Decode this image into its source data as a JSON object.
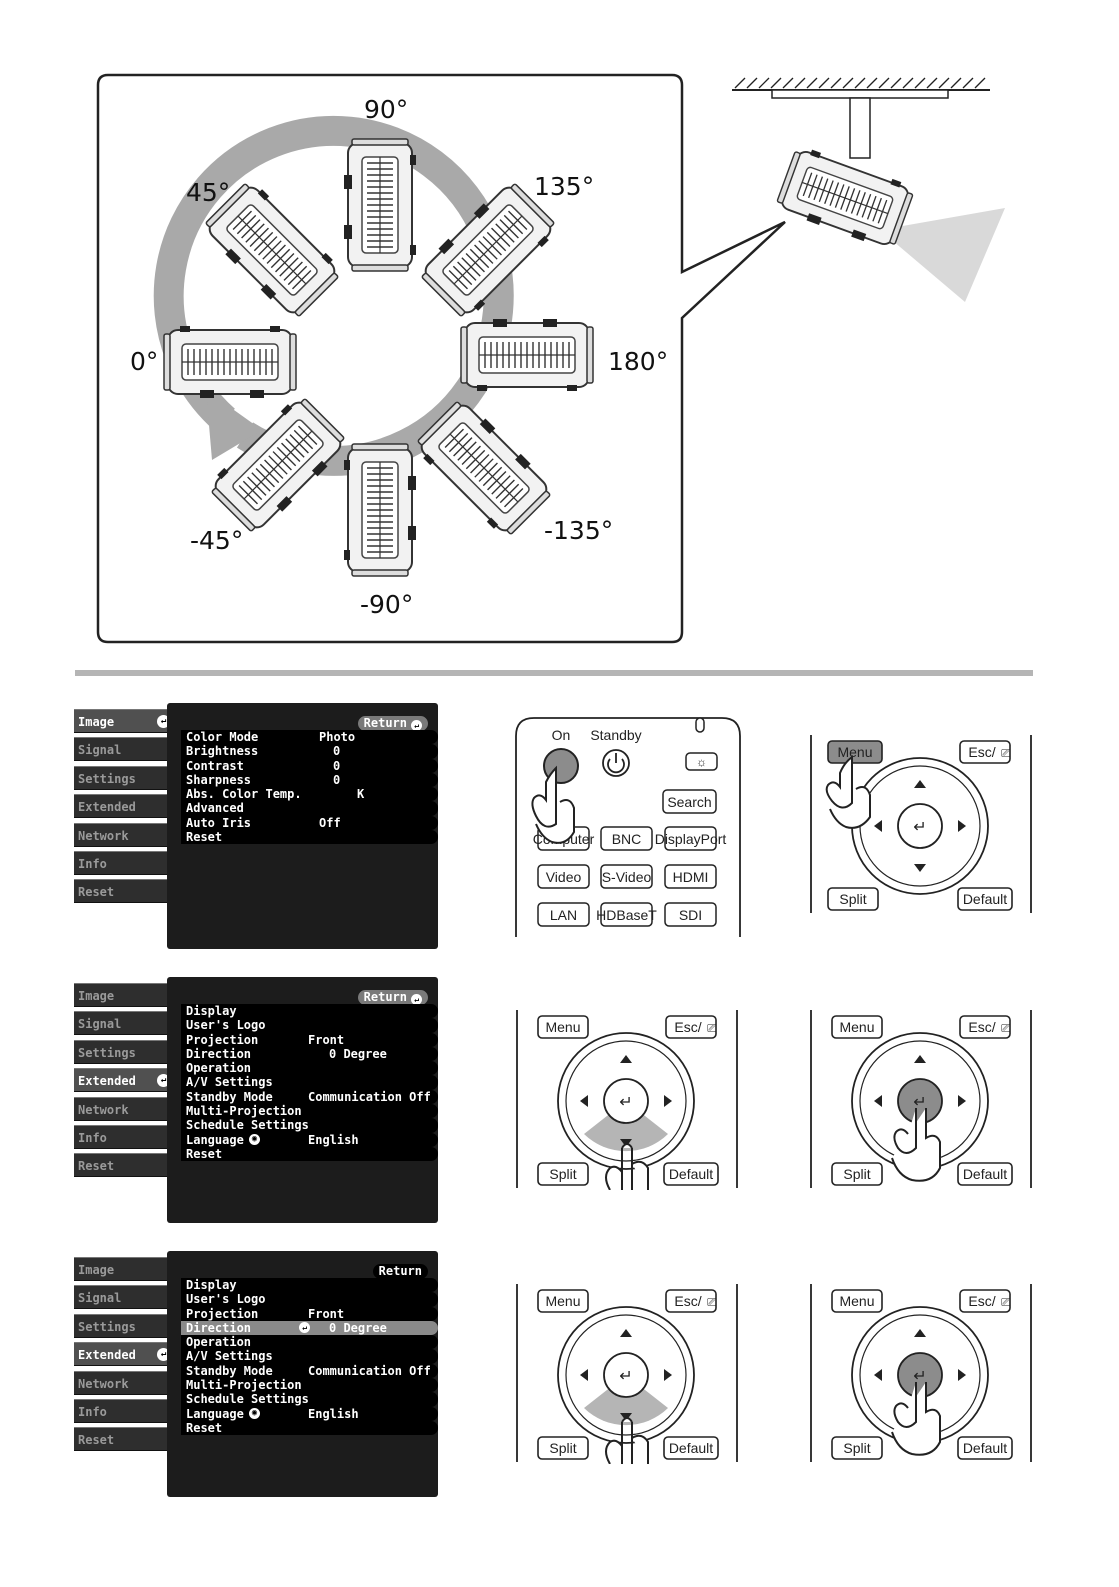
{
  "diagram": {
    "angles": [
      "90°",
      "45°",
      "135°",
      "0°",
      "180°",
      "-45°",
      "-135°",
      "-90°"
    ]
  },
  "menu1": {
    "tabs": [
      "Image",
      "Signal",
      "Settings",
      "Extended",
      "Network",
      "Info",
      "Reset"
    ],
    "active_tab": "Image",
    "return_label": "Return",
    "rows": [
      {
        "label": "Color Mode",
        "value": "Photo"
      },
      {
        "label": "Brightness",
        "value": "0"
      },
      {
        "label": "Contrast",
        "value": "0"
      },
      {
        "label": "Sharpness",
        "value": "0"
      },
      {
        "label": "Abs. Color Temp.",
        "value": "K"
      },
      {
        "label": "Advanced",
        "value": ""
      },
      {
        "label": "Auto Iris",
        "value": "Off"
      },
      {
        "label": "Reset",
        "value": ""
      }
    ]
  },
  "menu2": {
    "tabs": [
      "Image",
      "Signal",
      "Settings",
      "Extended",
      "Network",
      "Info",
      "Reset"
    ],
    "active_tab": "Extended",
    "return_label": "Return",
    "rows": [
      {
        "label": "Display",
        "value": ""
      },
      {
        "label": "User's Logo",
        "value": ""
      },
      {
        "label": "Projection",
        "value": "Front"
      },
      {
        "label": "Direction",
        "value": "0 Degree"
      },
      {
        "label": "Operation",
        "value": ""
      },
      {
        "label": "A/V Settings",
        "value": ""
      },
      {
        "label": "Standby Mode",
        "value": "Communication Off"
      },
      {
        "label": "Multi-Projection",
        "value": ""
      },
      {
        "label": "Schedule Settings",
        "value": ""
      },
      {
        "label": "Language",
        "value": "English"
      },
      {
        "label": "Reset",
        "value": ""
      }
    ]
  },
  "menu3": {
    "tabs": [
      "Image",
      "Signal",
      "Settings",
      "Extended",
      "Network",
      "Info",
      "Reset"
    ],
    "active_tab": "Extended",
    "return_label": "Return",
    "selected_row": "Direction",
    "rows": [
      {
        "label": "Display",
        "value": ""
      },
      {
        "label": "User's Logo",
        "value": ""
      },
      {
        "label": "Projection",
        "value": "Front"
      },
      {
        "label": "Direction",
        "value": "0 Degree"
      },
      {
        "label": "Operation",
        "value": ""
      },
      {
        "label": "A/V Settings",
        "value": ""
      },
      {
        "label": "Standby Mode",
        "value": "Communication Off"
      },
      {
        "label": "Multi-Projection",
        "value": ""
      },
      {
        "label": "Schedule Settings",
        "value": ""
      },
      {
        "label": "Language",
        "value": "English"
      },
      {
        "label": "Reset",
        "value": ""
      }
    ]
  },
  "remote_power": {
    "on_label": "On",
    "standby_label": "Standby",
    "search_label": "Search",
    "source_buttons": [
      "Computer",
      "BNC",
      "DisplayPort",
      "Video",
      "S-Video",
      "HDMI",
      "LAN",
      "HDBaseT",
      "SDI"
    ]
  },
  "remote_nav": {
    "menu_label": "Menu",
    "esc_label": "Esc/",
    "split_label": "Split",
    "default_label": "Default"
  },
  "colors": {
    "osd_panel": "#1c1c1c",
    "osd_selected_row": "#8a8a8a",
    "arrow_ring": "#a9a9a9",
    "divider": "#b5b5b5"
  }
}
